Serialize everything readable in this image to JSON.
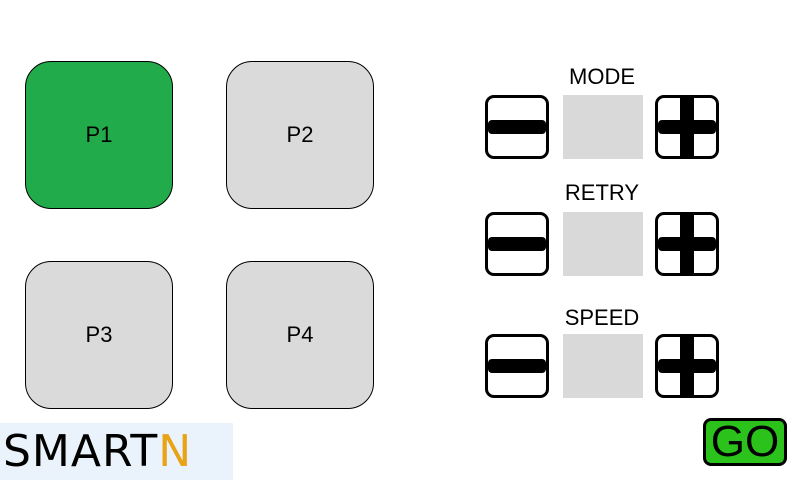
{
  "presets": [
    {
      "label": "P1",
      "color": "#22ab4b",
      "active": true
    },
    {
      "label": "P2",
      "color": "#dadada",
      "active": false
    },
    {
      "label": "P3",
      "color": "#dadada",
      "active": false
    },
    {
      "label": "P4",
      "color": "#dadada",
      "active": false
    }
  ],
  "controls": [
    {
      "label": "MODE",
      "value": ""
    },
    {
      "label": "RETRY",
      "value": ""
    },
    {
      "label": "SPEED",
      "value": ""
    }
  ],
  "logo": {
    "text": "SMART",
    "mark": "N",
    "mark_color": "#e8a317"
  },
  "go_button": {
    "label": "GO",
    "color": "#2cc21c"
  },
  "icons": {
    "decrement": "minus-icon",
    "increment": "plus-icon"
  }
}
